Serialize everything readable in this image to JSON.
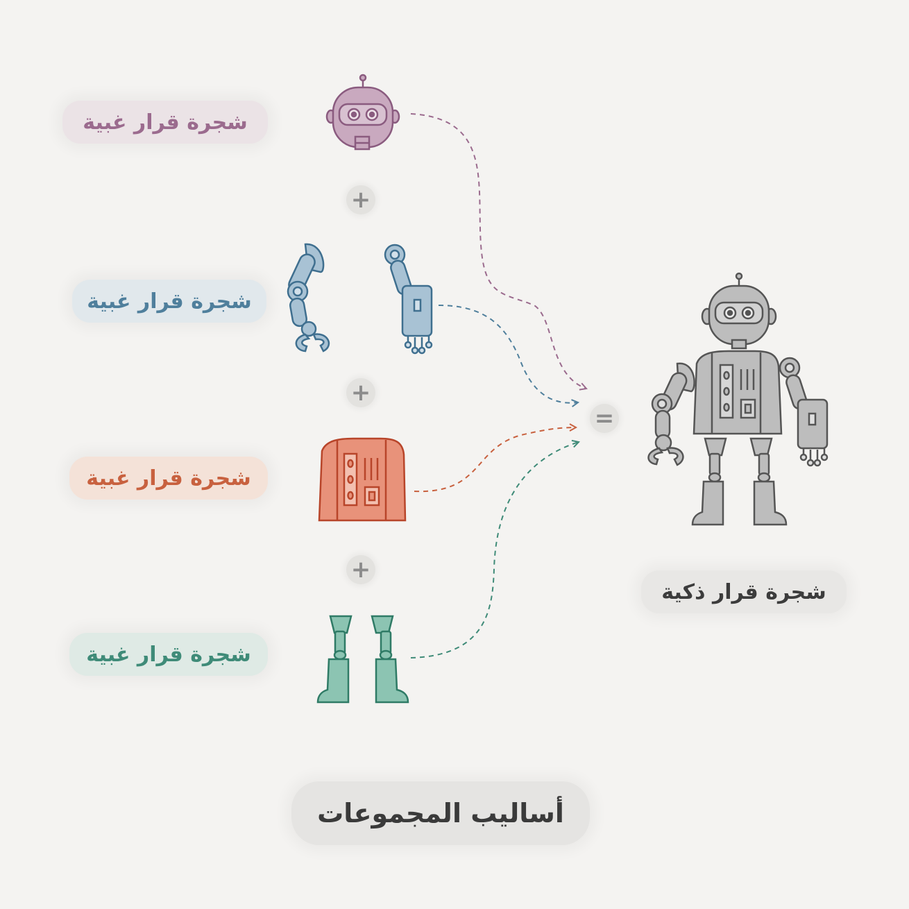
{
  "weak_learners": [
    {
      "label": "شجرة قرار غبية",
      "part": "head",
      "color": "#9b6b8e",
      "bg": "#ebe3e6"
    },
    {
      "label": "شجرة قرار غبية",
      "part": "arms",
      "color": "#4f7f9c",
      "bg": "#e1e8ec"
    },
    {
      "label": "شجرة قرار غبية",
      "part": "torso",
      "color": "#c8613f",
      "bg": "#f4e2d8"
    },
    {
      "label": "شجرة قرار غبية",
      "part": "legs",
      "color": "#3f8b78",
      "bg": "#dfeae5"
    }
  ],
  "operators": {
    "plus": "+",
    "equals": "="
  },
  "result": {
    "label": "شجرة قرار ذكية",
    "color": "#3c3c3c",
    "bg": "#e8e7e5",
    "icon": "full-robot"
  },
  "title": "أساليب المجموعات"
}
